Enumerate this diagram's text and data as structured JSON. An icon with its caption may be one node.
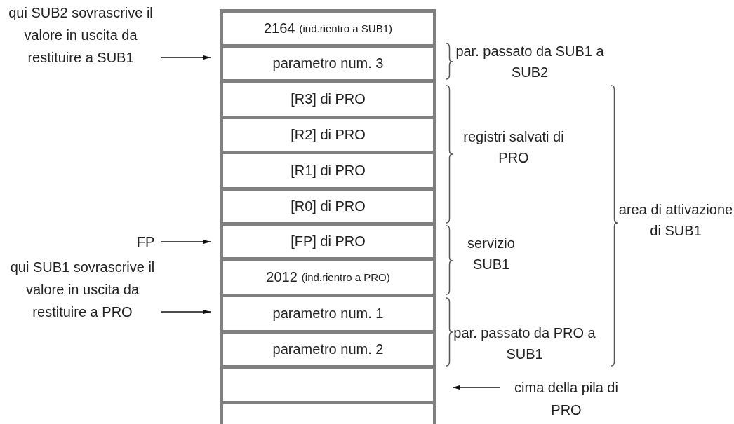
{
  "diagram": {
    "nodes": [
      {
        "text": [
          "2164",
          "(ind.rientro a SUB1)"
        ]
      },
      {
        "text": [
          "parametro num. 3"
        ]
      },
      {
        "text": [
          "[R3] di PRO"
        ]
      },
      {
        "text": [
          "[R2] di PRO"
        ]
      },
      {
        "text": [
          "[R1] di PRO"
        ]
      },
      {
        "text": [
          "[R0] di PRO"
        ]
      },
      {
        "text": [
          "[FP] di PRO"
        ]
      },
      {
        "text": [
          "2012",
          "(ind.rientro a PRO)"
        ]
      },
      {
        "text": [
          "parametro num. 1"
        ]
      },
      {
        "text": [
          "parametro num. 2"
        ]
      },
      {
        "text": [],
        "shape": "box"
      },
      {
        "text": [],
        "shape": "box"
      },
      {
        "text": [
          "qui SUB2 sovrascrive il valore in uscita da restituire a SUB1"
        ]
      },
      {
        "text": [
          "FP"
        ]
      },
      {
        "text": [
          "qui SUB1 sovrascrive il valore in uscita da restituire a PRO"
        ]
      },
      {
        "text": [
          "cima della pila di PRO"
        ]
      }
    ],
    "edges": [
      {
        "from": 12,
        "to": 1,
        "arrow": "to"
      },
      {
        "from": 13,
        "to": 6,
        "arrow": "to"
      },
      {
        "from": 14,
        "to": 8,
        "arrow": "to"
      },
      {
        "from": 15,
        "to": 10,
        "arrow": "to"
      }
    ],
    "labels": [
      "par. passato da SUB1 a SUB2",
      "registri salvati di PRO",
      "area di attivazione di SUB1",
      "servizio SUB1",
      "par. passato da PRO a SUB1"
    ]
  }
}
